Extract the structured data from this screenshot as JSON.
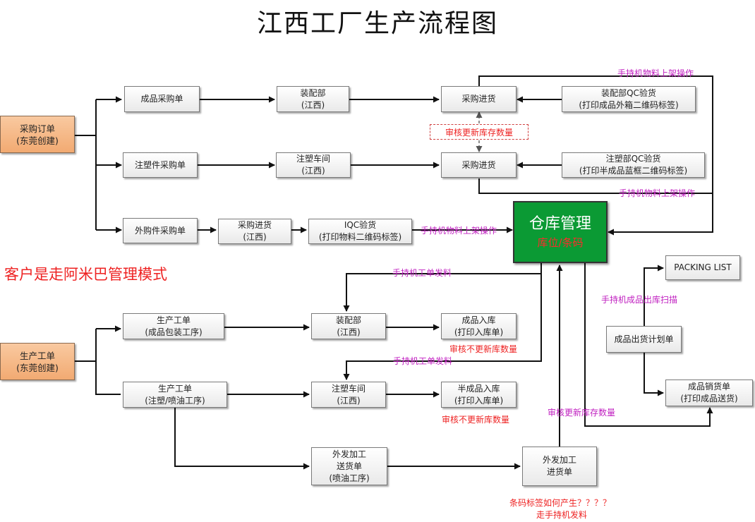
{
  "title": "江西工厂生产流程图",
  "nodes": {
    "purchase_order": [
      "采购订单",
      "(东莞创建)"
    ],
    "finished_purchase": [
      "成品采购单"
    ],
    "assembly_dept_top": [
      "装配部",
      "(江西)"
    ],
    "receiving_1": [
      "采购进货"
    ],
    "assembly_qc": [
      "装配部QC验货",
      "(打印成品外箱二维码标签)"
    ],
    "molding_purchase": [
      "注塑件采购单"
    ],
    "molding_shop_top": [
      "注塑车间",
      "(江西)"
    ],
    "receiving_2": [
      "采购进货"
    ],
    "molding_qc": [
      "注塑部QC验货",
      "(打印半成品蓝框二维码标签)"
    ],
    "outsourced_purchase": [
      "外购件采购单"
    ],
    "receiving_3": [
      "采购进货",
      "(江西)"
    ],
    "iqc": [
      "IQC验货",
      "(打印物料二维码标签)"
    ],
    "warehouse": [
      "仓库管理",
      "库位/条码"
    ],
    "production_order": [
      "生产工单",
      "(东莞创建)"
    ],
    "work_order_pack": [
      "生产工单",
      "(成品包装工序)"
    ],
    "assembly_dept_bottom": [
      "装配部",
      "(江西)"
    ],
    "finished_in": [
      "成品入库",
      "(打印入库单)"
    ],
    "work_order_mold": [
      "生产工单",
      "(注塑/喷油工序)"
    ],
    "molding_shop_bottom": [
      "注塑车间",
      "(江西)"
    ],
    "semi_in": [
      "半成品入库",
      "(打印入库单)"
    ],
    "outsource_send": [
      "外发加工",
      "送货单",
      "(喷油工序)"
    ],
    "outsource_receive": [
      "外发加工",
      "进货单"
    ],
    "packing_list": [
      "PACKING LIST"
    ],
    "shipping_plan": [
      "成品出货计划单"
    ],
    "sales_delivery": [
      "成品销货单",
      "(打印成品送货)"
    ]
  },
  "labels": {
    "handheld_shelf_top": "手持机物料上架操作",
    "audit_update": "审核更新库存数量",
    "handheld_shelf_mid": "手持机物料上架操作",
    "handheld_shelf_iqc": "手持机物料上架操作",
    "customer_mode": "客户是走阿米巴管理模式",
    "handheld_issue_1": "手持机工单发料",
    "no_update_1": "审核不更新库数量",
    "handheld_issue_2": "手持机工单发料",
    "no_update_2": "审核不更新库数量",
    "audit_update_2": "审核更新库存数量",
    "handheld_outbound": "手持机成品出库扫描",
    "barcode_question": "条码标签如何产生？？？？",
    "handheld_issue_3": "走手持机发料"
  },
  "colors": {
    "order_fill": "#f4b183",
    "warehouse_fill": "#0b9a34",
    "note_red": "#ee2222",
    "note_magenta": "#c020c0"
  }
}
